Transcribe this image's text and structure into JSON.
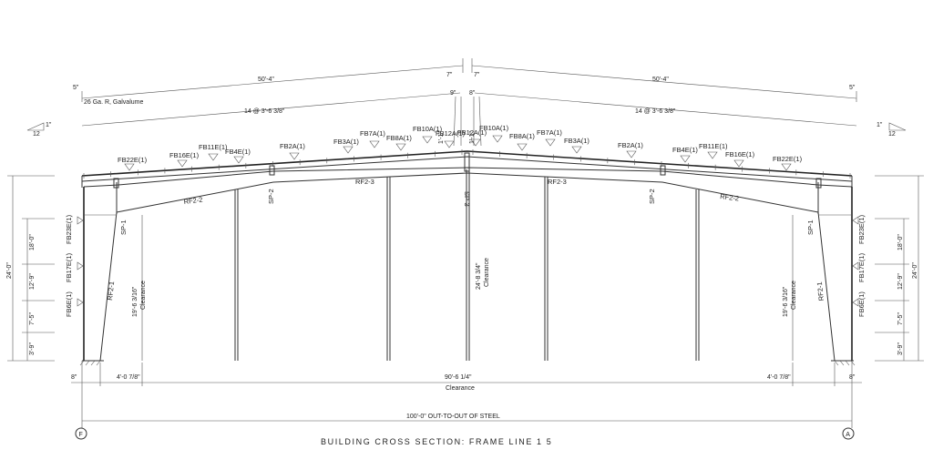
{
  "roof": {
    "left_length": "50'-4\"",
    "right_length": "50'-4\"",
    "left_ridge_offset": "7\"",
    "right_ridge_offset": "7\"",
    "left_eave_offset": "5\"",
    "right_eave_offset": "5\"",
    "material": "26 Ga. R, Galvalume",
    "left_purlins": "14 @ 3'-6 3/8\"",
    "right_purlins": "14 @ 3'-6 3/8\"",
    "left_ridge_space": "9\"",
    "right_ridge_space": "8\"",
    "pitch_rise": "1\"",
    "pitch_run": "12"
  },
  "flange_braces": {
    "left": [
      "FB22E(1)",
      "FB16E(1)",
      "FB11E(1)",
      "FB4E(1)",
      "FB2A(1)",
      "FB3A(1)",
      "FB7A(1)",
      "FB8A(1)",
      "FB10A(1)",
      "FB12A(1)"
    ],
    "right": [
      "FB12A(1)",
      "FB10A(1)",
      "FB8A(1)",
      "FB7A(1)",
      "FB3A(1)",
      "FB2A(1)",
      "FB4E(1)",
      "FB11E(1)",
      "FB16E(1)",
      "FB22E(1)"
    ],
    "ridge_dims": [
      "1'-1\"",
      "1'-1\""
    ]
  },
  "members": {
    "rafter_left_1": "RF2-2",
    "rafter_left_2": "RF2-3",
    "rafter_right_2": "RF2-3",
    "rafter_right_1": "RF2-2",
    "column_left": "RF2-1",
    "column_right": "RF2-1",
    "splice_left_1": "SP-1",
    "splice_left_2": "SP-2",
    "splice_center": "SP-3",
    "splice_right_2": "SP-2",
    "splice_right_1": "SP-1"
  },
  "wall_braces": {
    "left": [
      "FB23E(1)",
      "FB17E(1)",
      "FB6E(1)"
    ],
    "right": [
      "FB23E(1)",
      "FB17E(1)",
      "FB6E(1)"
    ]
  },
  "wall_dims": {
    "total": "24'-0\"",
    "segments": [
      "18'-0\"",
      "12'-9\"",
      "7'-5\"",
      "3'-9\""
    ]
  },
  "clearances": {
    "left": "19'-6 3/16\"",
    "center": "24'-8 3/4\"",
    "right": "19'-6 3/16\"",
    "word": "Clearance"
  },
  "bottom_dims": {
    "left_edge": "8\"",
    "left_offset": "4'-0 7/8\"",
    "clear_span": "90'-6 1/4\"",
    "clear_label": "Clearance",
    "right_offset": "4'-0 7/8\"",
    "right_edge": "8\"",
    "overall": "100'-0\" OUT-TO-OUT OF STEEL"
  },
  "gridlines": {
    "left": "F",
    "right": "A"
  },
  "title": "BUILDING CROSS SECTION: FRAME LINE 1  5"
}
